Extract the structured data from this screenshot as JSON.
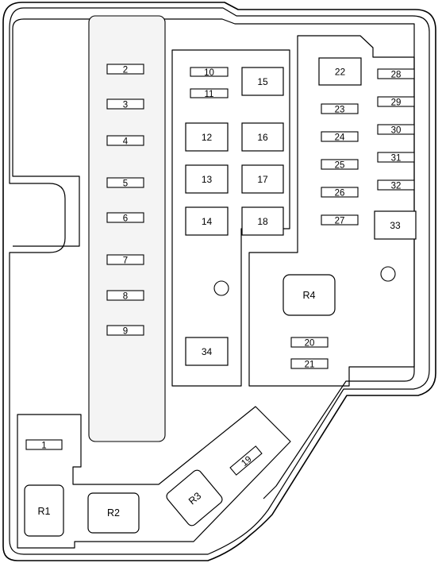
{
  "fuses": {
    "f1": "1",
    "f2": "2",
    "f3": "3",
    "f4": "4",
    "f5": "5",
    "f6": "6",
    "f7": "7",
    "f8": "8",
    "f9": "9",
    "f10": "10",
    "f11": "11",
    "f12": "12",
    "f13": "13",
    "f14": "14",
    "f15": "15",
    "f16": "16",
    "f17": "17",
    "f18": "18",
    "f19": "19",
    "f20": "20",
    "f21": "21",
    "f22": "22",
    "f23": "23",
    "f24": "24",
    "f25": "25",
    "f26": "26",
    "f27": "27",
    "f28": "28",
    "f29": "29",
    "f30": "30",
    "f31": "31",
    "f32": "32",
    "f33": "33",
    "f34": "34"
  },
  "relays": {
    "r1": "R1",
    "r2": "R2",
    "r3": "R3",
    "r4": "R4"
  }
}
